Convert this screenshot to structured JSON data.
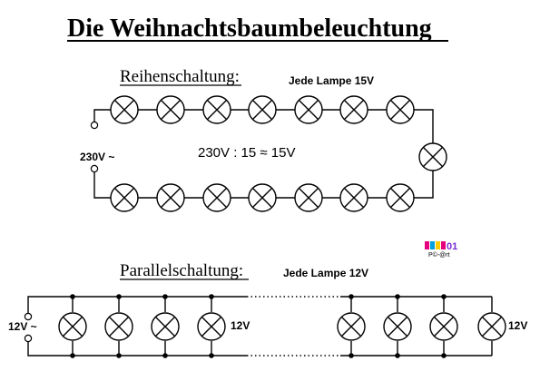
{
  "title": "Die Weihnachtsbaumbeleuchtung",
  "series": {
    "heading": "Reihenschaltung:",
    "lamp_note": "Jede Lampe 15V",
    "source_label": "230V ~",
    "formula": "230V : 15 ≈ 15V",
    "lamp_count": 15
  },
  "parallel": {
    "heading": "Parallelschaltung:",
    "lamp_note": "Jede Lampe 12V",
    "source_label": "12V ~",
    "lamp_voltage_label": "12V",
    "lamp_count_shown": 8
  },
  "logo_text": {
    "line1": "01",
    "line2": "P©-@rt"
  },
  "colors": {
    "ink": "#000000",
    "background": "#ffffff",
    "logo": [
      "#e6007e",
      "#00a0e0",
      "#ffcc00",
      "#7a2bd6"
    ]
  }
}
